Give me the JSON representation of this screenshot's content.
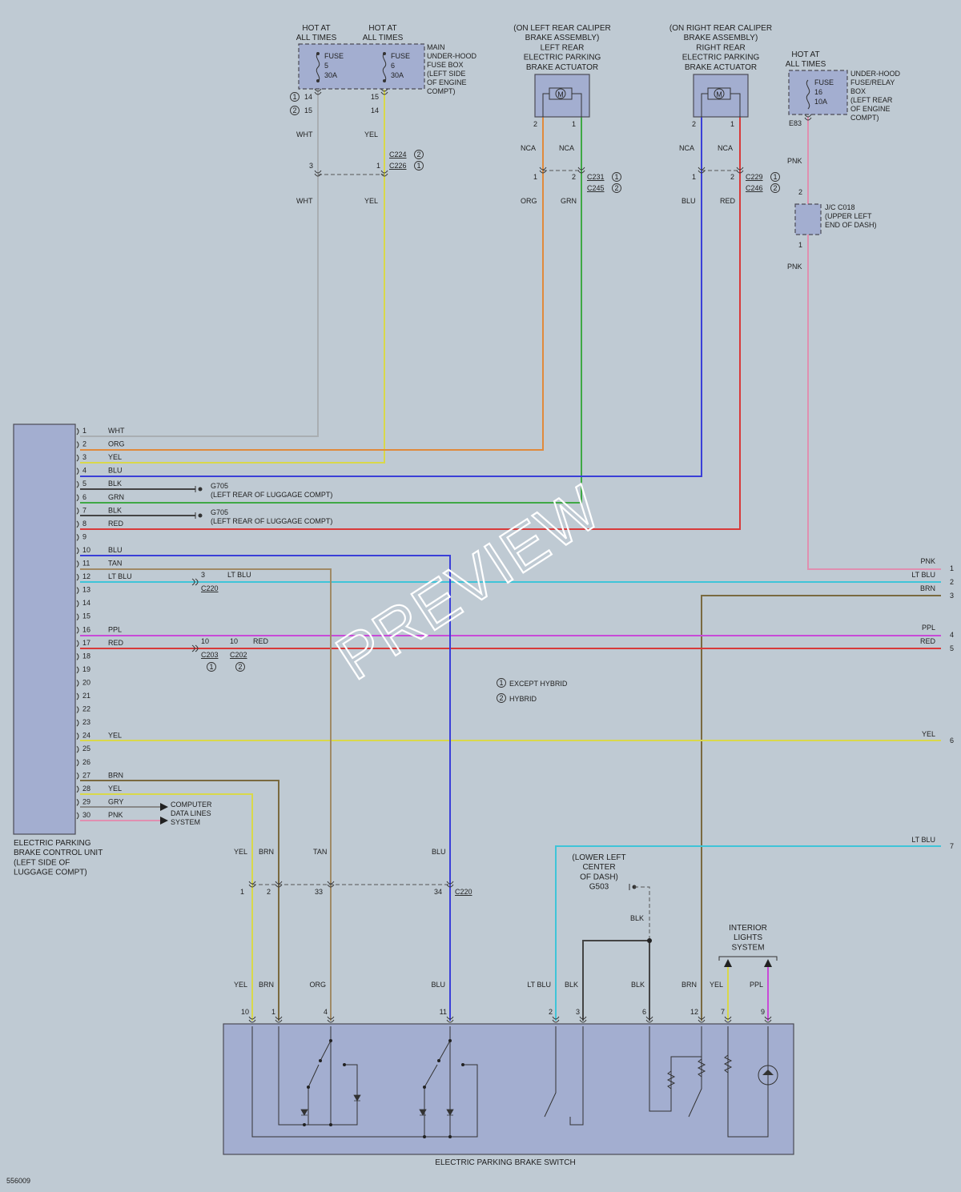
{
  "fuses": {
    "fuse5": {
      "hot": "HOT AT\nALL TIMES",
      "label": "FUSE",
      "num": "5",
      "amp": "30A"
    },
    "fuse6": {
      "hot": "HOT AT\nALL TIMES",
      "label": "FUSE",
      "num": "6",
      "amp": "30A"
    },
    "main_box": "MAIN\nUNDER-HOOD\nFUSE BOX\n(LEFT SIDE\nOF ENGINE\nCOMPT)",
    "pins": {
      "p14": "14",
      "p15a": "15",
      "p15b": "15",
      "p14b": "14"
    },
    "fuse16": {
      "hot": "HOT AT\nALL TIMES",
      "label": "FUSE",
      "num": "16",
      "amp": "10A"
    },
    "relay_box": "UNDER-HOOD\nFUSE/RELAY\nBOX\n(LEFT REAR\nOF ENGINE\nCOMPT)",
    "e83": "E83"
  },
  "actuators": {
    "left": "(ON LEFT REAR CALIPER\nBRAKE ASSEMBLY)\nLEFT REAR\nELECTRIC PARKING\nBRAKE ACTUATOR",
    "right": "(ON RIGHT REAR CALIPER\nBRAKE ASSEMBLY)\nRIGHT REAR\nELECTRIC PARKING\nBRAKE ACTUATOR",
    "motor": "M",
    "nca": "NCA",
    "pin1": "1",
    "pin2": "2"
  },
  "connectors": {
    "c224": "C224",
    "c226": "C226",
    "c231": "C231",
    "c245": "C245",
    "c229": "C229",
    "c246": "C246",
    "c220": "C220",
    "c203": "C203",
    "c202": "C202",
    "jc_label": "J/C C018\n(UPPER LEFT\nEND OF DASH)",
    "n3": "3",
    "n1": "1",
    "n2": "2",
    "n10": "10",
    "n33": "33",
    "n34": "34"
  },
  "wire_labels": {
    "wht": "WHT",
    "yel": "YEL",
    "org": "ORG",
    "grn": "GRN",
    "blu": "BLU",
    "red": "RED",
    "pnk": "PNK",
    "blk": "BLK",
    "tan": "TAN",
    "ltblu": "LT BLU",
    "ppl": "PPL",
    "brn": "BRN",
    "gry": "GRY"
  },
  "ecu": {
    "label": "ELECTRIC PARKING\nBRAKE CONTROL UNIT\n(LEFT SIDE OF\nLUGGAGE COMPT)",
    "pins": [
      {
        "n": "1",
        "c": "WHT"
      },
      {
        "n": "2",
        "c": "ORG"
      },
      {
        "n": "3",
        "c": "YEL"
      },
      {
        "n": "4",
        "c": "BLU"
      },
      {
        "n": "5",
        "c": "BLK"
      },
      {
        "n": "6",
        "c": "GRN"
      },
      {
        "n": "7",
        "c": "BLK"
      },
      {
        "n": "8",
        "c": "RED"
      },
      {
        "n": "9",
        "c": ""
      },
      {
        "n": "10",
        "c": "BLU"
      },
      {
        "n": "11",
        "c": "TAN"
      },
      {
        "n": "12",
        "c": "LT BLU"
      },
      {
        "n": "13",
        "c": ""
      },
      {
        "n": "14",
        "c": ""
      },
      {
        "n": "15",
        "c": ""
      },
      {
        "n": "16",
        "c": "PPL"
      },
      {
        "n": "17",
        "c": "RED"
      },
      {
        "n": "18",
        "c": ""
      },
      {
        "n": "19",
        "c": ""
      },
      {
        "n": "20",
        "c": ""
      },
      {
        "n": "21",
        "c": ""
      },
      {
        "n": "22",
        "c": ""
      },
      {
        "n": "23",
        "c": ""
      },
      {
        "n": "24",
        "c": "YEL"
      },
      {
        "n": "25",
        "c": ""
      },
      {
        "n": "26",
        "c": ""
      },
      {
        "n": "27",
        "c": "BRN"
      },
      {
        "n": "28",
        "c": "YEL"
      },
      {
        "n": "29",
        "c": "GRY"
      },
      {
        "n": "30",
        "c": "PNK"
      }
    ]
  },
  "grounds": {
    "g705": "G705\n(LEFT REAR OF LUGGAGE COMPT)",
    "g503": "(LOWER LEFT\nCENTER\nOF DASH)\nG503"
  },
  "computer": "COMPUTER\nDATA LINES\nSYSTEM",
  "legend": {
    "one": "1",
    "two": "2",
    "except": "EXCEPT HYBRID",
    "hybrid": "HYBRID"
  },
  "right_edge": {
    "labels": [
      "PNK",
      "LT BLU",
      "BRN",
      "PPL",
      "RED",
      "YEL",
      "LT BLU"
    ],
    "nums": [
      "1",
      "2",
      "3",
      "4",
      "5",
      "6",
      "7"
    ]
  },
  "interior": "INTERIOR\nLIGHTS\nSYSTEM",
  "switch": {
    "label": "ELECTRIC PARKING BRAKE SWITCH",
    "pins": [
      "10",
      "1",
      "4",
      "11",
      "2",
      "3",
      "6",
      "12",
      "7",
      "9"
    ],
    "wires": [
      "YEL",
      "BRN",
      "ORG",
      "BLU",
      "LT BLU",
      "BLK",
      "BLK",
      "BRN",
      "YEL",
      "PPL"
    ]
  },
  "upper_c220": {
    "yel": "YEL",
    "brn": "BRN",
    "tan": "TAN",
    "blu": "BLU"
  },
  "footer": "556009",
  "watermark": "PREVIEW",
  "colors": {
    "wht": "#a9aeb2",
    "yel": "#d9d84a",
    "org": "#e08a3c",
    "grn": "#3fa845",
    "blu": "#3a3fd8",
    "red": "#d83a3a",
    "pnk": "#e08fb0",
    "blk": "#444444",
    "tan": "#a08a66",
    "ltblu": "#3fc4d8",
    "ppl": "#c84ad8",
    "brn": "#7a6a40",
    "gry": "#888888"
  }
}
